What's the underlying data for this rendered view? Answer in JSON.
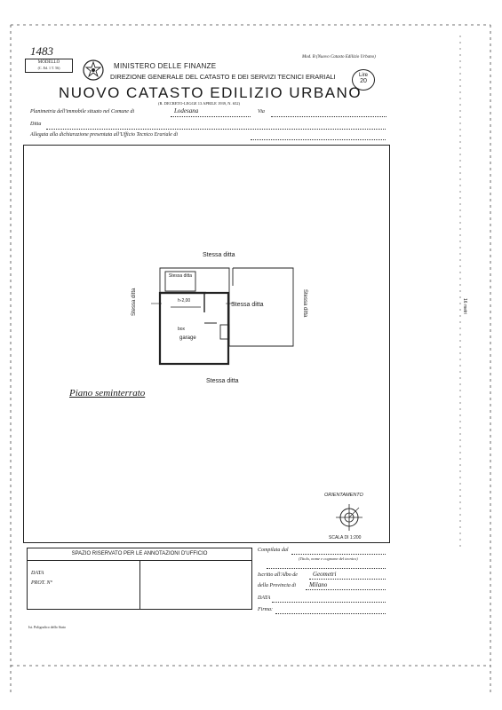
{
  "header": {
    "stamp_number": "1483",
    "modello_box": "MODELLO",
    "modello_sub": "(C. Ed. 1 T. 56)",
    "ministry": "MINISTERO DELLE FINANZE",
    "directorate": "DIREZIONE GENERALE DEL CATASTO E DEI SERVIZI TECNICI ERARIALI",
    "mod_note": "Mod. B (Nuovo Catasto Edilizio Urbano)",
    "price_label": "Lire",
    "price_value": "20",
    "title": "NUOVO CATASTO EDILIZIO URBANO",
    "decree": "(R. DECRETO-LEGGE 13 APRILE 1939, N. 652)"
  },
  "form": {
    "planimetria_label": "Planimetria dell'immobile situato nel Comune di",
    "comune_value": "Lodesana",
    "via_label": "Via",
    "ditta_label": "Ditta",
    "allegata_label": "Allegata alla dichiarazione presentata all'Ufficio Tecnico Erariale di"
  },
  "drawing": {
    "north_label": "Stessa ditta",
    "east_label": "Stessa ditta",
    "west_label": "Stessa ditta",
    "south_label": "Stessa ditta",
    "corner_label": "Stessa ditta",
    "inner_label": "Stessa ditta",
    "room_dim": "h-2,00",
    "room_name": "box",
    "room_use": "garage",
    "floor_caption": "Piano seminterrato",
    "orientation_label": "ORIENTAMENTO",
    "scale_label": "SCALA DI 1:200",
    "side_mark": "16 metri"
  },
  "footer": {
    "annot_title": "SPAZIO RISERVATO PER LE ANNOTAZIONI D'UFFICIO",
    "data_label": "DATA",
    "prot_label": "PROT. N°",
    "printer_note": "Ist. Poligrafico dello Stato",
    "compilata_label": "Compilata dal",
    "compilata_sub": "(Titolo, nome e cognome del tecnico)",
    "iscritto_label": "Iscritto all'Albo de",
    "albo_value": "Geometri",
    "provincia_label": "della Provincia di",
    "provincia_value": "Milano",
    "data2_label": "DATA",
    "firma_label": "Firma:"
  }
}
